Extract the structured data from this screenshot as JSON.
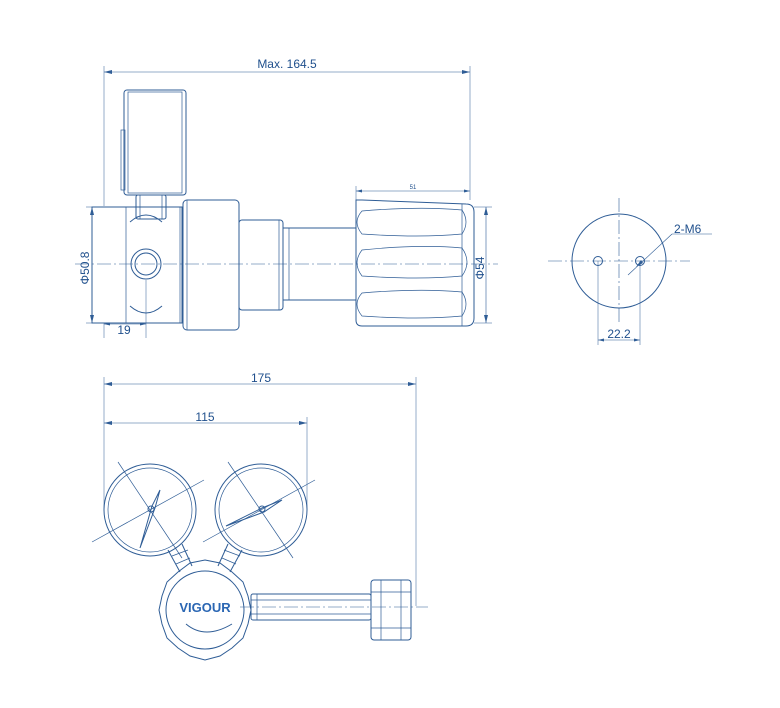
{
  "dimensions": {
    "overall_length": "Max. 164.5",
    "body_diameter": "Φ50.8",
    "port_offset": "19",
    "knob_length": "51",
    "knob_diameter": "Φ54",
    "mount_thread": "2-M6",
    "mount_spacing": "22.2",
    "total_width": "175",
    "gauge_span": "115"
  },
  "brand": "VIGOUR",
  "colors": {
    "line": "#2f5d96",
    "text": "#1f4f8c",
    "brand": "#2a66b3"
  }
}
